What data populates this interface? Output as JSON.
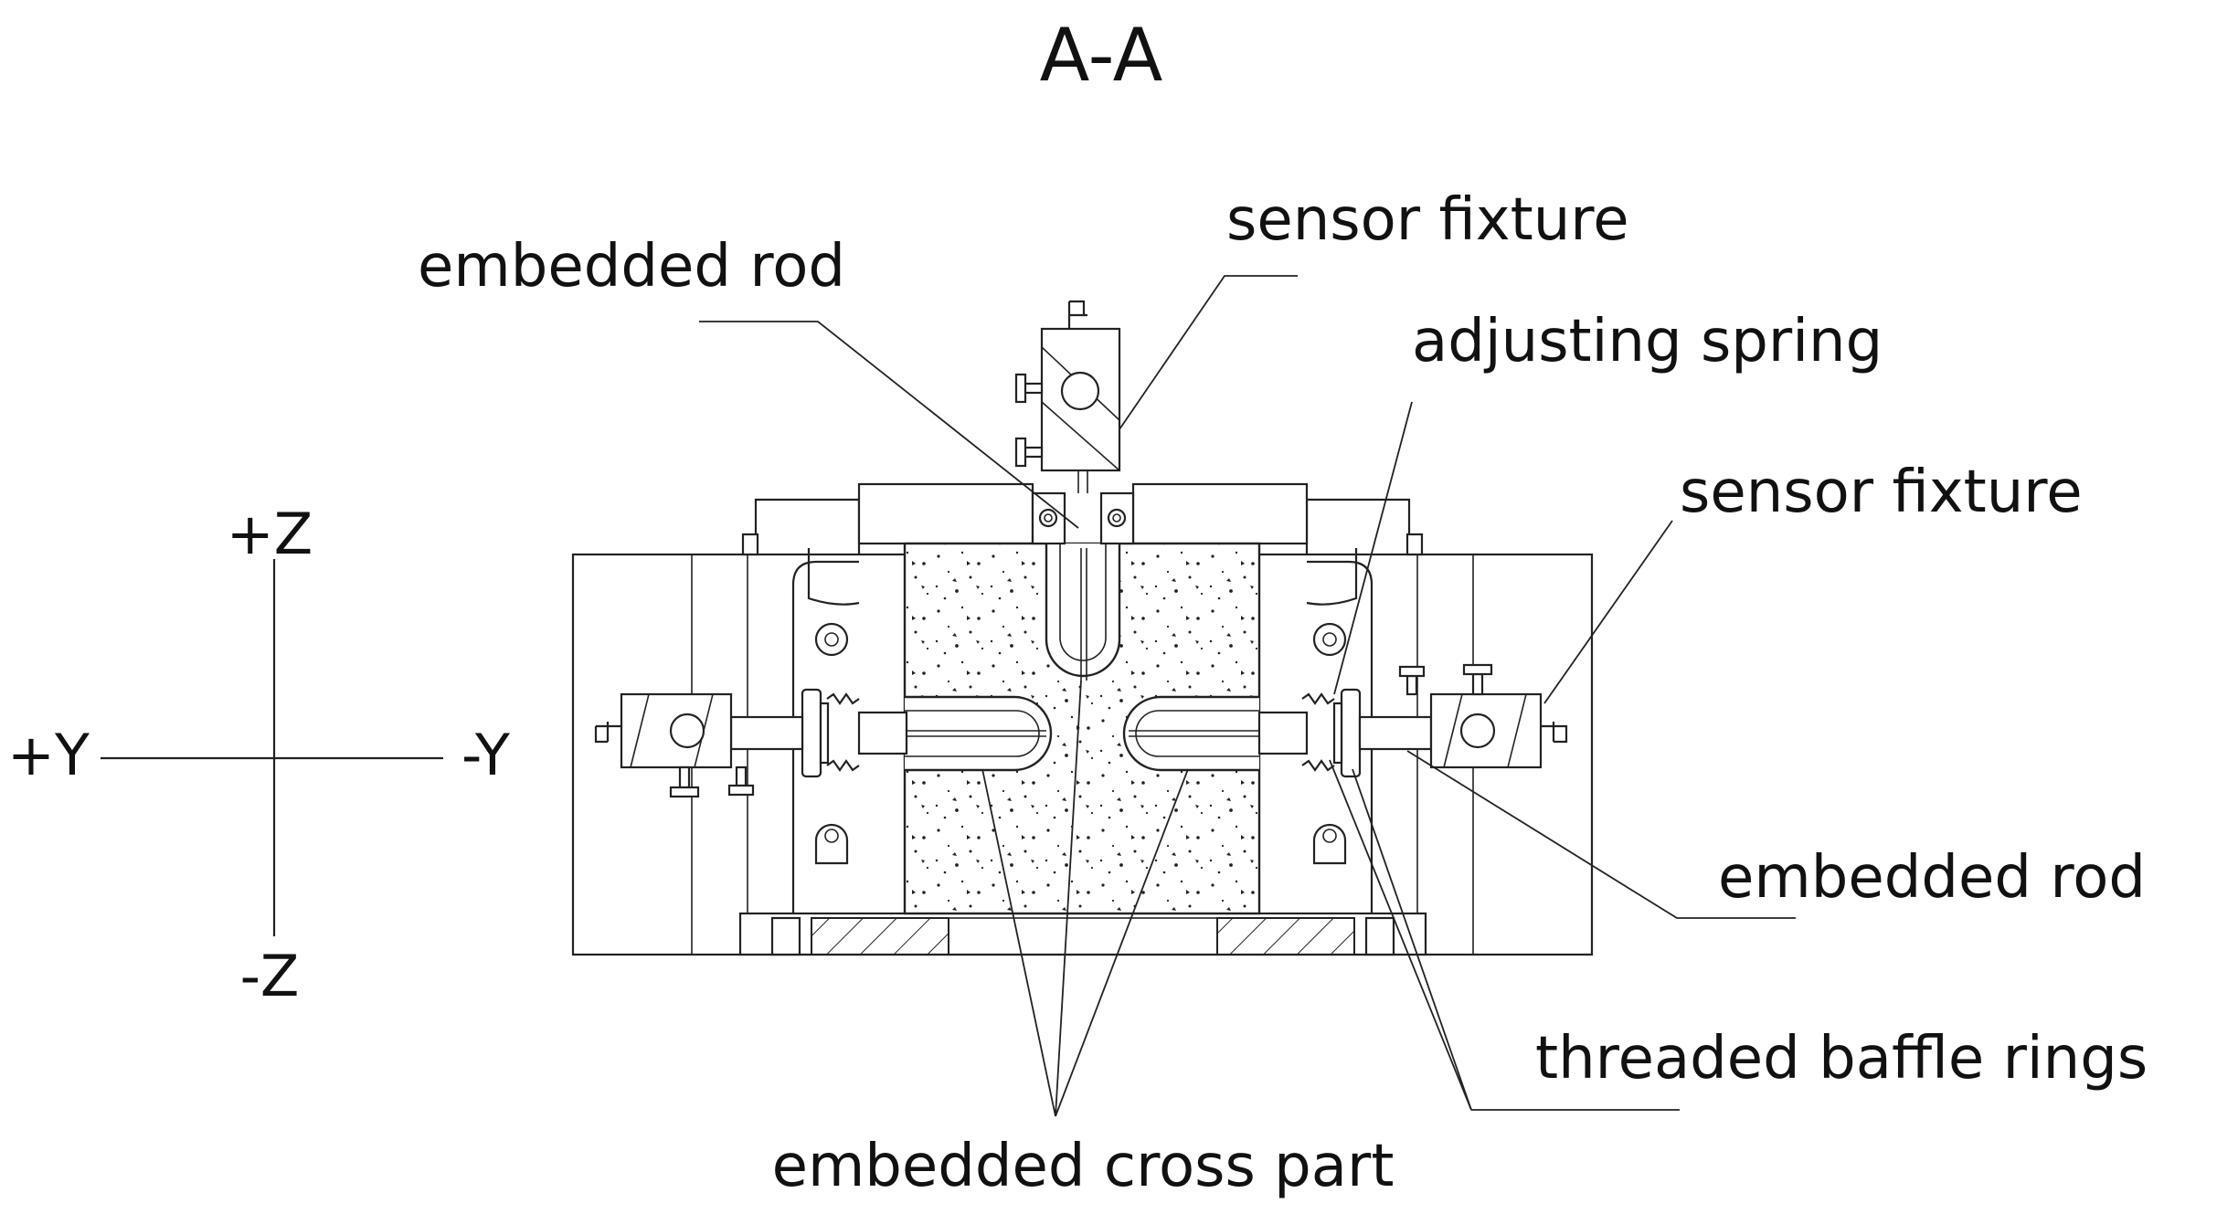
{
  "title": "A-A",
  "axes": {
    "pos_z": "+Z",
    "neg_z": "-Z",
    "pos_y": "+Y",
    "neg_y": "-Y"
  },
  "labels": {
    "embedded_rod_top": "embedded rod",
    "sensor_fixture_top": "sensor fixture",
    "adjusting_spring": "adjusting spring",
    "sensor_fixture_right": "sensor fixture",
    "embedded_rod_right": "embedded rod",
    "threaded_baffle_rings": "threaded baffle rings",
    "embedded_cross_part": "embedded cross part"
  },
  "colors": {
    "line": "#222222",
    "background": "#ffffff"
  }
}
